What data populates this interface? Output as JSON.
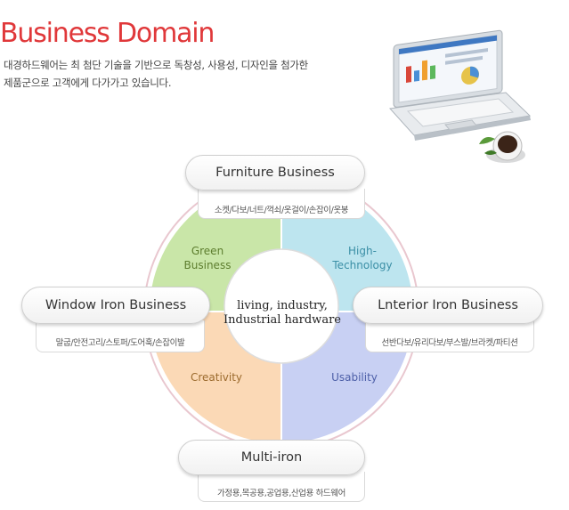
{
  "header": {
    "title": "Business Domain",
    "description_line1": "대경하드웨어는 최 첨단 기술을 기반으로 독창성, 사용성, 디자인을 첨가한",
    "description_line2": "제품군으로 고객에게 다가가고 있습니다."
  },
  "diagram": {
    "center": {
      "line1": "living, industry,",
      "line2": "Industrial hardware"
    },
    "quadrants": [
      {
        "id": "green",
        "line1": "Green",
        "line2": "Business",
        "color": "#c9e6a8",
        "text_color": "#5d7d2e"
      },
      {
        "id": "hightech",
        "line1": "High-",
        "line2": "Technology",
        "color": "#bde5ef",
        "text_color": "#3b8fa6"
      },
      {
        "id": "creativity",
        "line1": "Creativity",
        "line2": "",
        "color": "#fbd9b6",
        "text_color": "#9c6b2e"
      },
      {
        "id": "usability",
        "line1": "Usability",
        "line2": "",
        "color": "#c8d0f3",
        "text_color": "#4d5fa8"
      }
    ],
    "businesses": {
      "top": {
        "label": "Furniture Business",
        "items": "소켓/다보/너트/꺽쇠/옷걸이/손잡이/옷봉"
      },
      "left": {
        "label": "Window Iron Business",
        "items": "말굽/안전고리/스토퍼/도어훅/손잡이발"
      },
      "right": {
        "label": "Lnterior Iron Business",
        "items": "선반다보/유리다보/부스발/브라켓/파티션"
      },
      "bottom": {
        "label": "Multi-iron",
        "items": "가정용,목공용,공업용,산업용 하드웨어"
      }
    },
    "ring_color": "#e9c7cf"
  },
  "illustration": {
    "laptop": "laptop-icon",
    "cup": "coffee-cup-icon"
  }
}
